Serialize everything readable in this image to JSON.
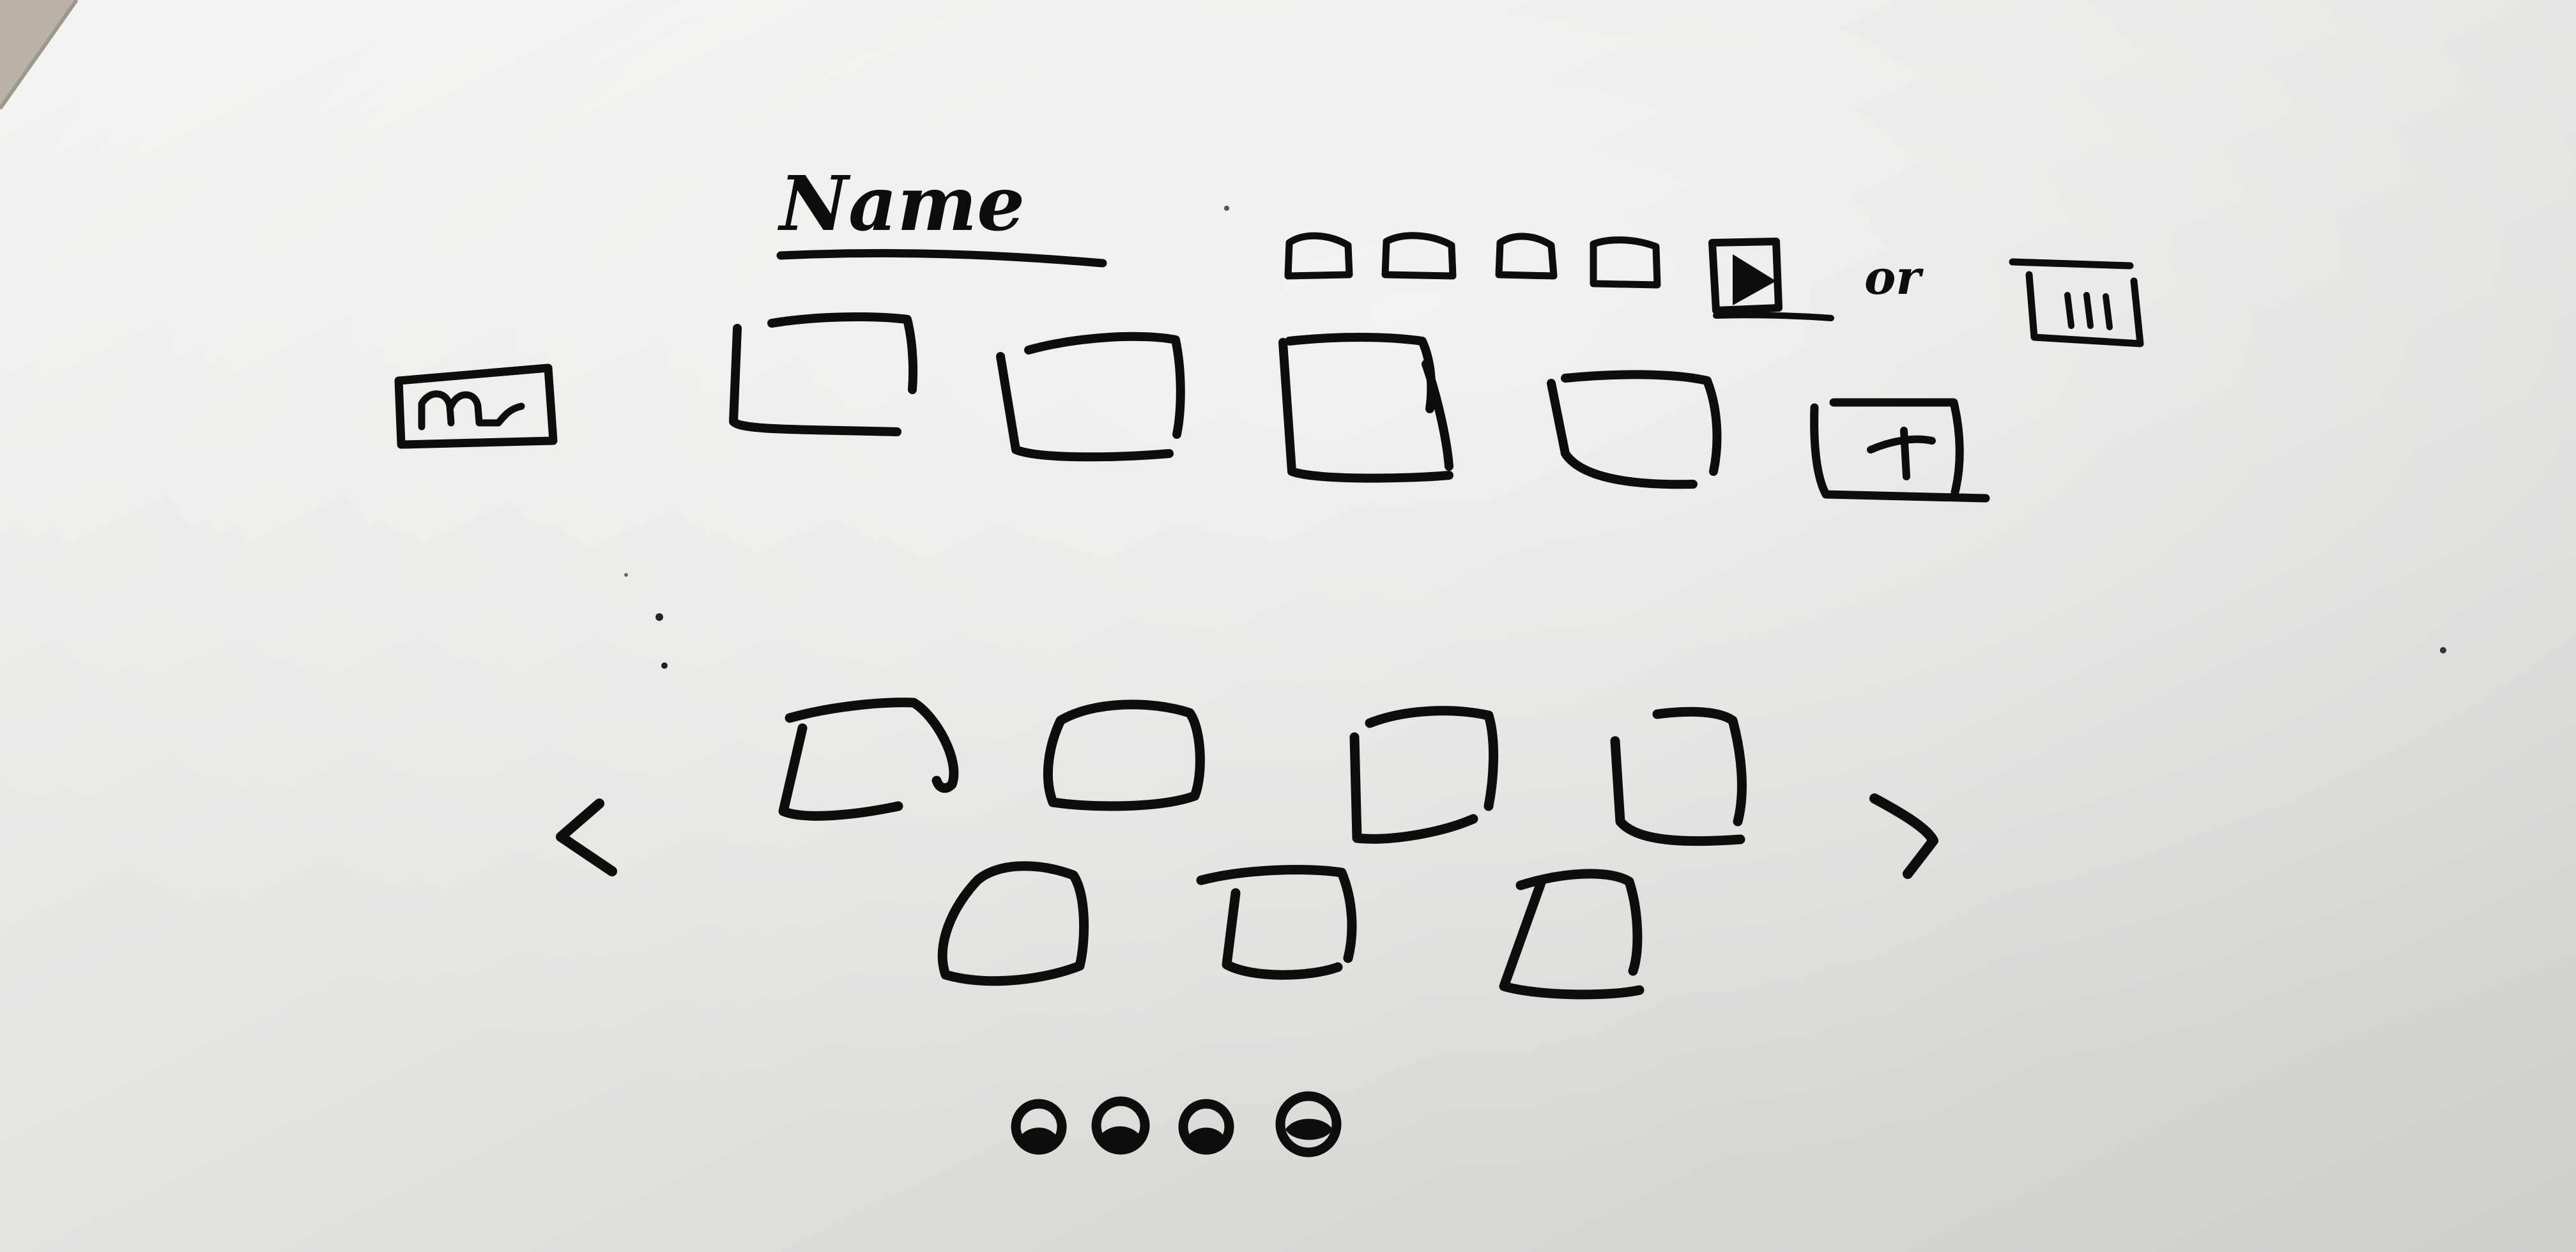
{
  "sketch": {
    "title": "Name",
    "connector_word": "or",
    "menu_button_glyph": "m",
    "add_button_glyph": "+",
    "list_view_glyph": "|||",
    "prev_arrow_glyph": "<",
    "next_arrow_glyph": ">"
  },
  "icons": {
    "play_button": "play-icon",
    "list_view_button": "list-icon",
    "menu_button": "menu-icon",
    "add_button": "plus-icon",
    "prev_arrow": "chevron-left-icon",
    "next_arrow": "chevron-right-icon",
    "avatar": "avatar-icon"
  },
  "counts": {
    "header_small_boxes": 4,
    "main_row_boxes": 4,
    "carousel_top_row_boxes": 4,
    "carousel_bottom_row_boxes": 3,
    "avatars": 4
  },
  "colors": {
    "ink": "#0d0d0d",
    "whiteboard": "#e8e7e4"
  }
}
